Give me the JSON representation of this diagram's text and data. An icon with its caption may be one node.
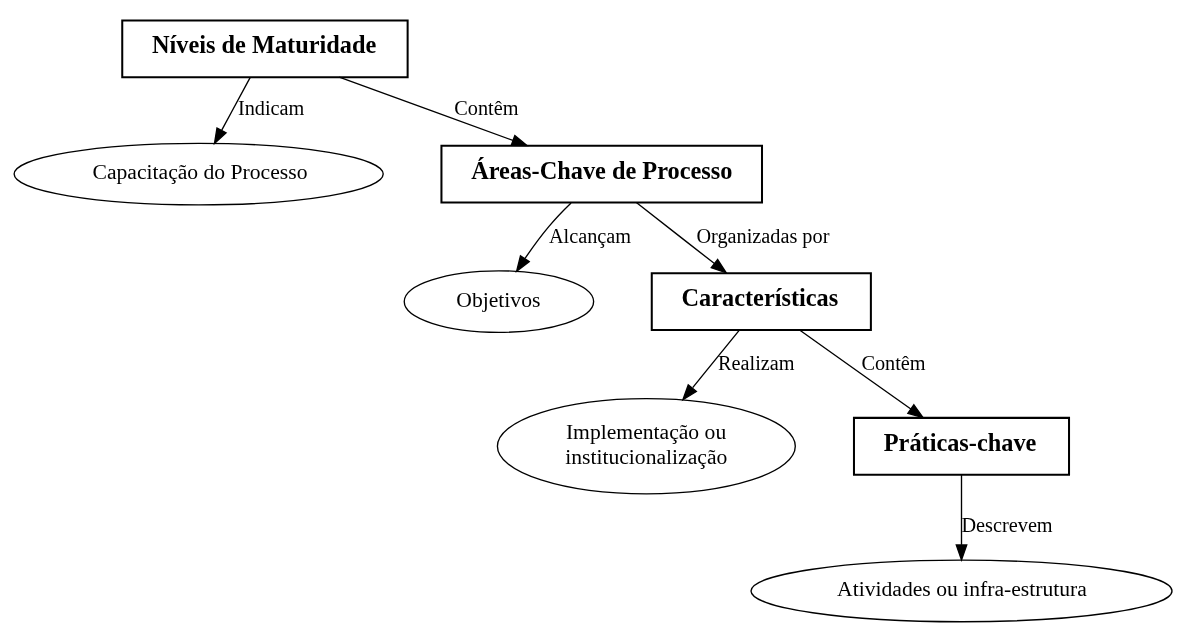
{
  "diagram": {
    "nodes": [
      {
        "text": [
          "Níveis de Maturidade"
        ]
      },
      {
        "text": [
          "Capacitação do Processo"
        ]
      },
      {
        "text": [
          "Áreas-Chave de Processo"
        ]
      },
      {
        "text": [
          "Objetivos"
        ]
      },
      {
        "text": [
          "Características"
        ]
      },
      {
        "text": [
          "Implementação ou institucionalização"
        ]
      },
      {
        "text": [
          "Práticas-chave"
        ]
      },
      {
        "text": [
          "Atividades ou infra-estrutura"
        ]
      }
    ],
    "edges": [
      {
        "from": 0,
        "to": 1,
        "arrow": "to",
        "label": "Indicam"
      },
      {
        "from": 0,
        "to": 2,
        "arrow": "to",
        "label": "Contêm"
      },
      {
        "from": 2,
        "to": 3,
        "arrow": "to",
        "label": "Alcançam"
      },
      {
        "from": 2,
        "to": 4,
        "arrow": "to",
        "label": "Organizadas por"
      },
      {
        "from": 4,
        "to": 5,
        "arrow": "to",
        "label": "Realizam"
      },
      {
        "from": 4,
        "to": 6,
        "arrow": "to",
        "label": "Contêm"
      },
      {
        "from": 6,
        "to": 7,
        "arrow": "to",
        "label": "Descrevem"
      }
    ]
  }
}
